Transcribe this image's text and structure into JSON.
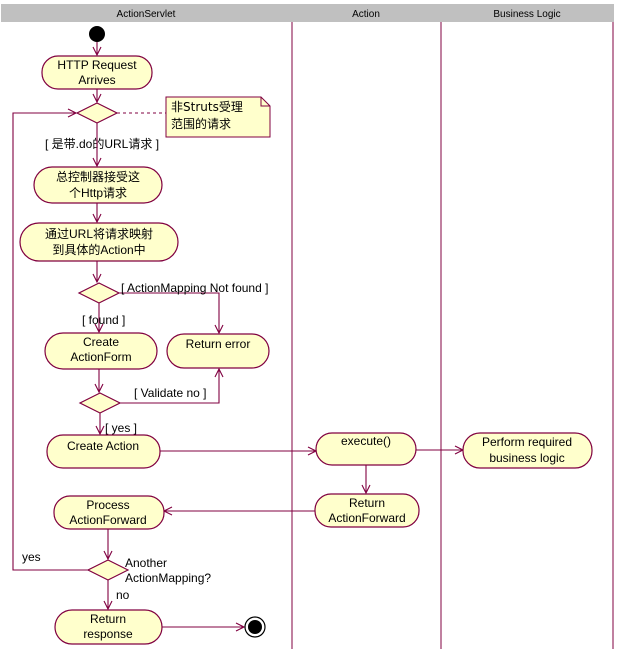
{
  "swimlanes": {
    "action_servlet": "ActionServlet",
    "action": "Action",
    "business_logic": "Business Logic"
  },
  "nodes": {
    "http_request_line1": "HTTP Request",
    "http_request_line2": "Arrives",
    "controller_line1": "总控制器接受这",
    "controller_line2": "个Http请求",
    "map_url_line1": "通过URL将请求映射",
    "map_url_line2": "到具体的Action中",
    "create_form_line1": "Create",
    "create_form_line2": "ActionForm",
    "return_error": "Return error",
    "create_action": "Create Action",
    "execute": "execute()",
    "perform_line1": "Perform required",
    "perform_line2": "business logic",
    "process_forward_line1": "Process",
    "process_forward_line2": "ActionForward",
    "return_forward_line1": "Return",
    "return_forward_line2": "ActionForward",
    "return_response_line1": "Return",
    "return_response_line2": "response"
  },
  "note": {
    "line1": "非Struts受理",
    "line2": "范围的请求"
  },
  "guards": {
    "is_do_url": "[ 是带.do的URL请求 ]",
    "mapping_not_found": "[ ActionMapping    Not found ]",
    "found": "[ found ]",
    "validate_no": "[ Validate no ]",
    "yes_bracket": "[ yes ]",
    "yes": "yes",
    "another_mapping_line1": "Another",
    "another_mapping_line2": "ActionMapping?",
    "no": "no"
  }
}
